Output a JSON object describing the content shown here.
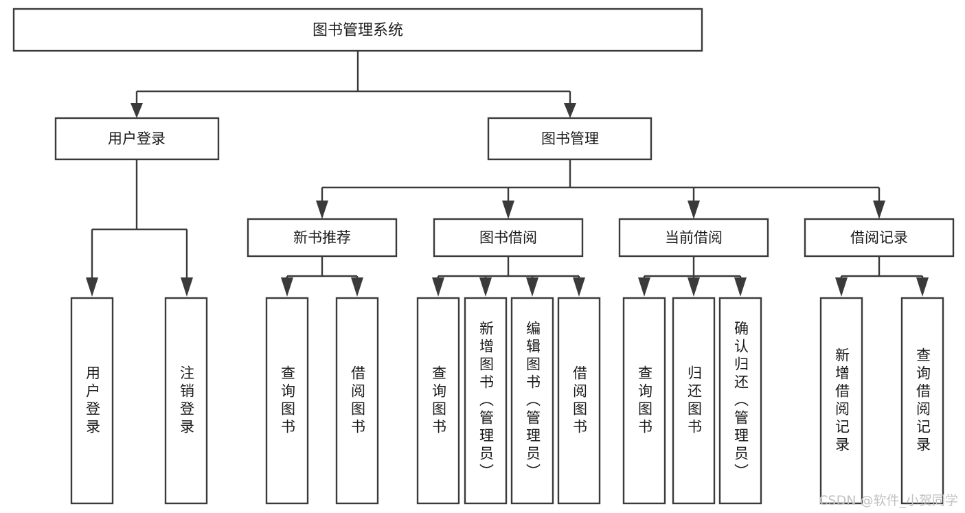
{
  "diagram": {
    "type": "tree-hierarchy-functional-decomposition",
    "title": "图书管理系统",
    "orientation": "top-down",
    "colors": {
      "box_fill": "#ffffff",
      "box_stroke": "#3a3a3a",
      "text": "#1a1a1a",
      "background": "#ffffff",
      "watermark": "#c2c2c2"
    },
    "nodes": {
      "root": {
        "label": "图书管理系统"
      },
      "level2": [
        {
          "label": "用户登录"
        },
        {
          "label": "图书管理"
        }
      ],
      "level3": [
        {
          "label": "新书推荐"
        },
        {
          "label": "图书借阅"
        },
        {
          "label": "当前借阅"
        },
        {
          "label": "借阅记录"
        }
      ],
      "leaves_user_login": [
        {
          "label": "用户登录"
        },
        {
          "label": "注销登录"
        }
      ],
      "leaves_new_books": [
        {
          "label": "查询图书"
        },
        {
          "label": "借阅图书"
        }
      ],
      "leaves_book_borrow": [
        {
          "label": "查询图书"
        },
        {
          "label": "新增图书（管理员）"
        },
        {
          "label": "编辑图书（管理员）"
        },
        {
          "label": "借阅图书"
        }
      ],
      "leaves_current_borrow": [
        {
          "label": "查询图书"
        },
        {
          "label": "归还图书"
        },
        {
          "label": "确认归还（管理员）"
        }
      ],
      "leaves_borrow_records": [
        {
          "label": "新增借阅记录"
        },
        {
          "label": "查询借阅记录"
        }
      ]
    }
  },
  "watermark": {
    "text": "CSDN @软件_小贺同学"
  }
}
